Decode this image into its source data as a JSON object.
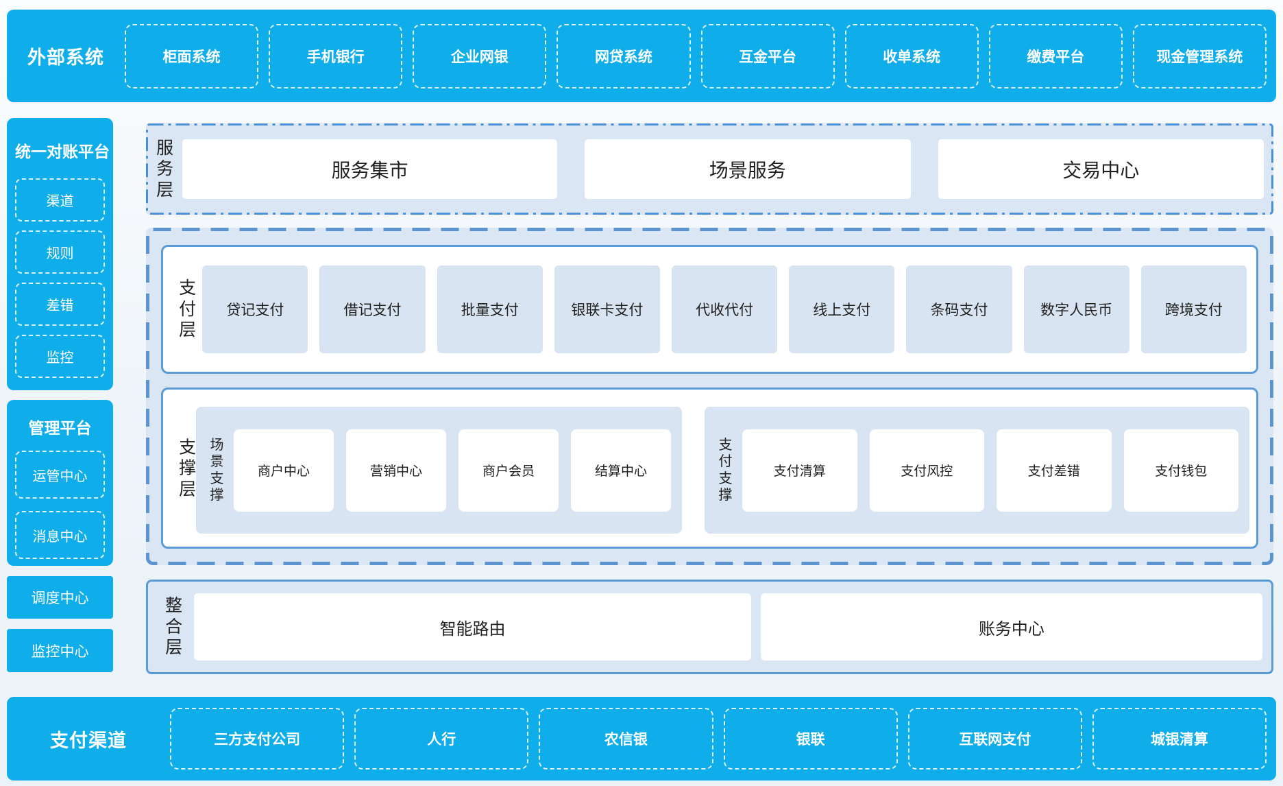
{
  "colors": {
    "accent_blue": "#0fadea",
    "panel_bg": "#dae6f4",
    "node_bg": "#d9e4f2",
    "border_blue": "#5b9bd5",
    "dash_border": "#5b94cf",
    "dashdot_border": "#4a90d8",
    "text_dark": "#1f1f1f",
    "text_white": "#ffffff"
  },
  "top_bar": {
    "title": "外部系统",
    "items": [
      "柜面系统",
      "手机银行",
      "企业网银",
      "网贷系统",
      "互金平台",
      "收单系统",
      "缴费平台",
      "现金管理系统"
    ]
  },
  "sidebar": {
    "reconciliation": {
      "title": "统一对账平台",
      "items": [
        "渠道",
        "规则",
        "差错",
        "监控"
      ]
    },
    "management": {
      "title": "管理平台",
      "items": [
        "运管中心",
        "消息中心"
      ]
    },
    "standalone": [
      "调度中心",
      "监控中心"
    ]
  },
  "layers": {
    "service": {
      "label": "服务层",
      "items": [
        "服务集市",
        "场景服务",
        "交易中心"
      ]
    },
    "payment": {
      "label": "支付层",
      "items": [
        "贷记支付",
        "借记支付",
        "批量支付",
        "银联卡支付",
        "代收代付",
        "线上支付",
        "条码支付",
        "数字人民币",
        "跨境支付"
      ]
    },
    "support": {
      "label": "支撑层",
      "groups": [
        {
          "label": "场景支撑",
          "items": [
            "商户中心",
            "营销中心",
            "商户会员",
            "结算中心"
          ]
        },
        {
          "label": "支付支撑",
          "items": [
            "支付清算",
            "支付风控",
            "支付差错",
            "支付钱包"
          ]
        }
      ]
    },
    "integration": {
      "label": "整合层",
      "items": [
        "智能路由",
        "账务中心"
      ]
    }
  },
  "bottom_bar": {
    "title": "支付渠道",
    "items": [
      "三方支付公司",
      "人行",
      "农信银",
      "银联",
      "互联网支付",
      "城银清算"
    ]
  }
}
